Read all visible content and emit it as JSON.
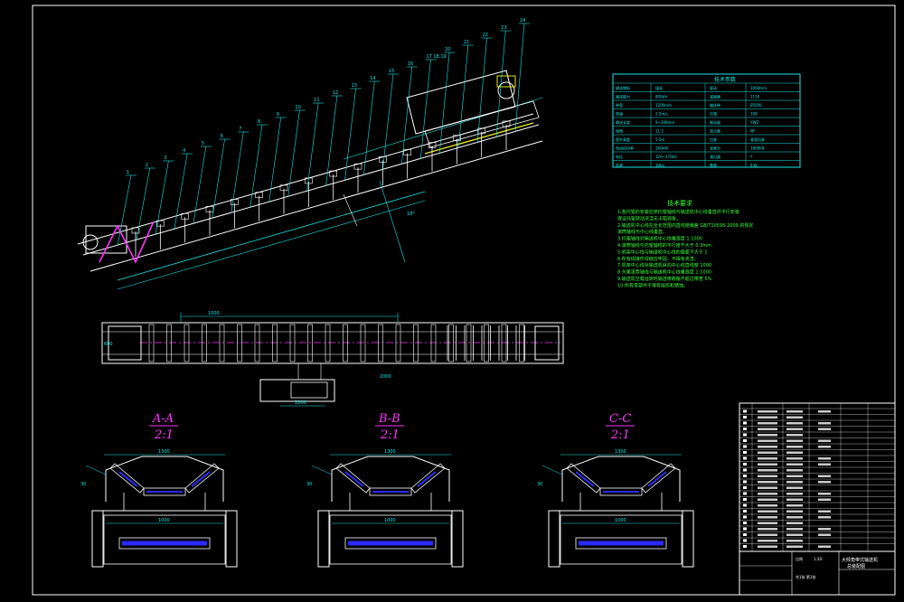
{
  "colors": {
    "background": "#000000",
    "frame": "#ffffff",
    "structure": "#ffffff",
    "dimension": "#19e6e6",
    "table": "#19e6e6",
    "notes": "#39ff3a",
    "accent_magenta": "#ff33ff",
    "belt_yellow": "#e6e619",
    "roller_blue": "#2a2aff"
  },
  "balloons": [
    "1",
    "2",
    "3",
    "4",
    "5",
    "6",
    "7",
    "8",
    "9",
    "10",
    "11",
    "12",
    "13",
    "14",
    "15",
    "16",
    "17 18,19",
    "20",
    "21",
    "22",
    "23",
    "24"
  ],
  "plan_view": {
    "dims": [
      "1000",
      "2200",
      "600",
      "2000"
    ]
  },
  "spec_table": {
    "title": "技术参数",
    "left_rows": [
      [
        "输送物料",
        "煤炭"
      ],
      [
        "输送能力",
        "800t/h"
      ],
      [
        "带宽",
        "1200mm"
      ],
      [
        "带速",
        "2.5m/s"
      ],
      [
        "输送长度",
        "9~300mm"
      ],
      [
        "倾角",
        "11.5"
      ],
      [
        "提升高度",
        "5.5m"
      ],
      [
        "电动机功率",
        "160kW"
      ],
      [
        "电压",
        "120~170kV"
      ],
      [
        "效率",
        "30t/s"
      ]
    ],
    "right_rows": [
      [
        "驱动",
        "1050mm"
      ],
      [
        "减速器",
        "1150"
      ],
      [
        "输送带",
        "EP200"
      ],
      [
        "托辊",
        "108"
      ],
      [
        "制动器",
        "YWZ"
      ],
      [
        "逆止器",
        "NF"
      ],
      [
        "拉紧",
        "垂直拉紧"
      ],
      [
        "张紧力",
        "1800kN"
      ],
      [
        "清扫器",
        "Y"
      ],
      [
        "重量",
        "9.6t"
      ]
    ]
  },
  "notes": {
    "title": "技术要求",
    "lines": [
      "1.各托辊的安装应使托辊轴线与输送机中心线垂直并平行安装",
      "  保证托辊转动灵活无卡阻现象。",
      "2.输送机中心线在全长范围内直线度偏差 GB/T10595-2009 的规定",
      "  滚筒轴线与中心线垂直。",
      "3.托辊轴线对输送机中心线垂直度 1:1000",
      "4.滚筒轴线与托辊轴线的平行度不大于 0.3mm",
      "5.机架中心线与输送机中心线的偏差不大于 1",
      "6.所有焊接件焊缝应牢固，不得有夹渣。",
      "7.机架中心线对输送机纵向中心线直线度 1000",
      "8.头尾滚筒轴线与输送机中心线垂直度 1:1000",
      "9.输送机空载运转时输送带跑偏不超过带宽 5%",
      "10.所有零部件不得有损伤和锈蚀。"
    ]
  },
  "sections": [
    {
      "name": "A-A",
      "scale": "2:1",
      "width_dim": "1300",
      "base_dim": "1000",
      "height_dim": "30"
    },
    {
      "name": "B-B",
      "scale": "2:1",
      "width_dim": "1300",
      "base_dim": "1000",
      "height_dim": "30"
    },
    {
      "name": "C-C",
      "scale": "2:1",
      "width_dim": "1300",
      "base_dim": "1000",
      "height_dim": "30"
    }
  ],
  "title_block": {
    "drawing_title": "大倾角带式输送机",
    "drawing_subtitle": "总装配图",
    "scale_label": "比例",
    "scale_value": "1:20",
    "sheet": "共1张 第1张"
  }
}
